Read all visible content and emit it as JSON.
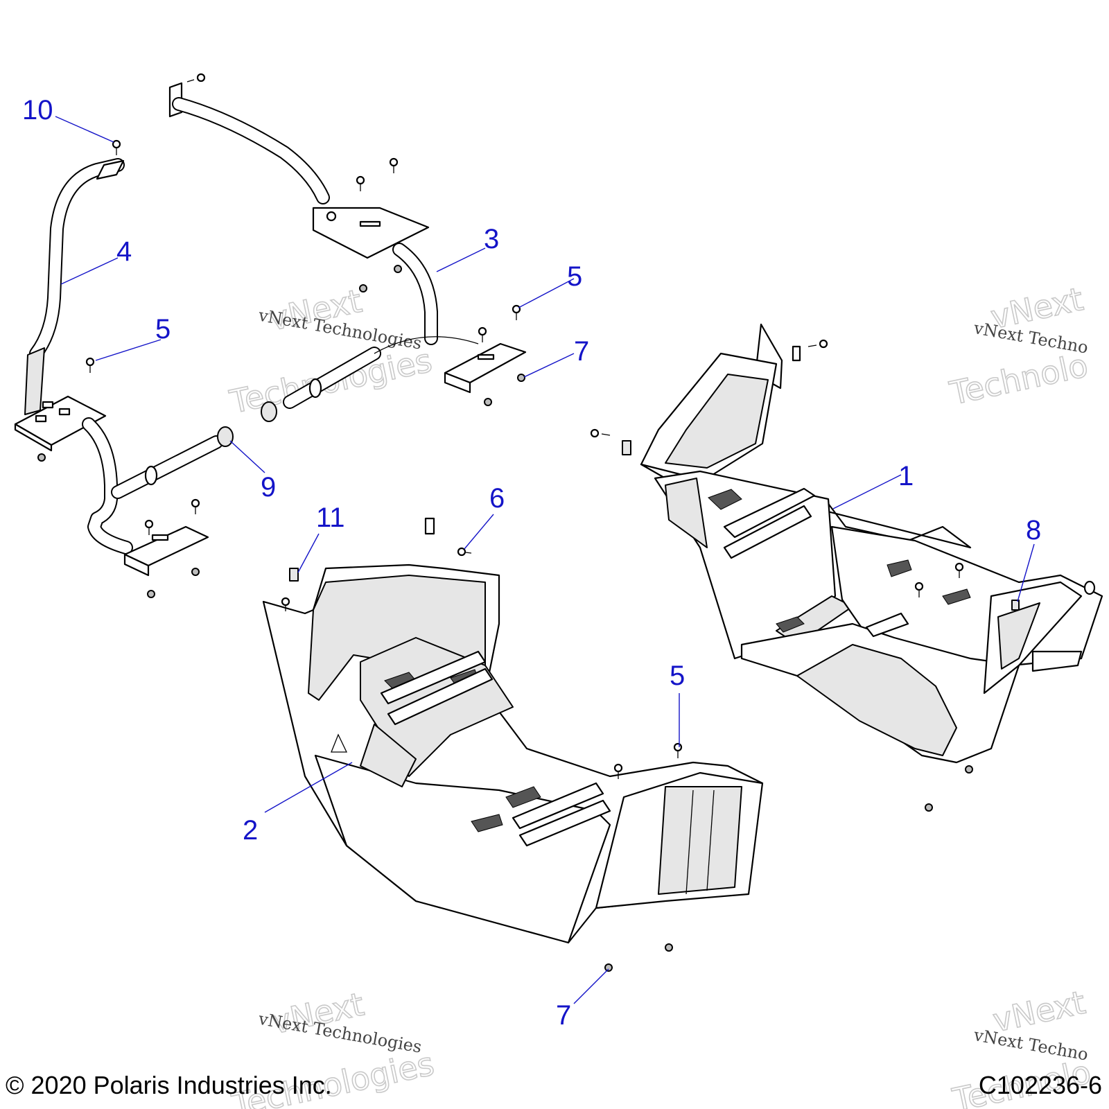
{
  "diagram": {
    "part_callouts": [
      {
        "id": "callout-1",
        "label": "1"
      },
      {
        "id": "callout-2",
        "label": "2"
      },
      {
        "id": "callout-3",
        "label": "3"
      },
      {
        "id": "callout-4",
        "label": "4"
      },
      {
        "id": "callout-5a",
        "label": "5"
      },
      {
        "id": "callout-5b",
        "label": "5"
      },
      {
        "id": "callout-5c",
        "label": "5"
      },
      {
        "id": "callout-6",
        "label": "6"
      },
      {
        "id": "callout-7a",
        "label": "7"
      },
      {
        "id": "callout-7b",
        "label": "7"
      },
      {
        "id": "callout-8",
        "label": "8"
      },
      {
        "id": "callout-9",
        "label": "9"
      },
      {
        "id": "callout-10",
        "label": "10"
      },
      {
        "id": "callout-11",
        "label": "11"
      }
    ],
    "watermark": {
      "line_small": "vNext Technologies",
      "line_big_1": "vNext",
      "line_big_2": "Technologies",
      "line_small_right": "vNext Techno",
      "line_big_right_1": "vNext",
      "line_big_right_2": "Technolo"
    },
    "footer": {
      "copyright": "© 2020 Polaris Industries Inc.",
      "figure_id": "C102236-6"
    }
  }
}
